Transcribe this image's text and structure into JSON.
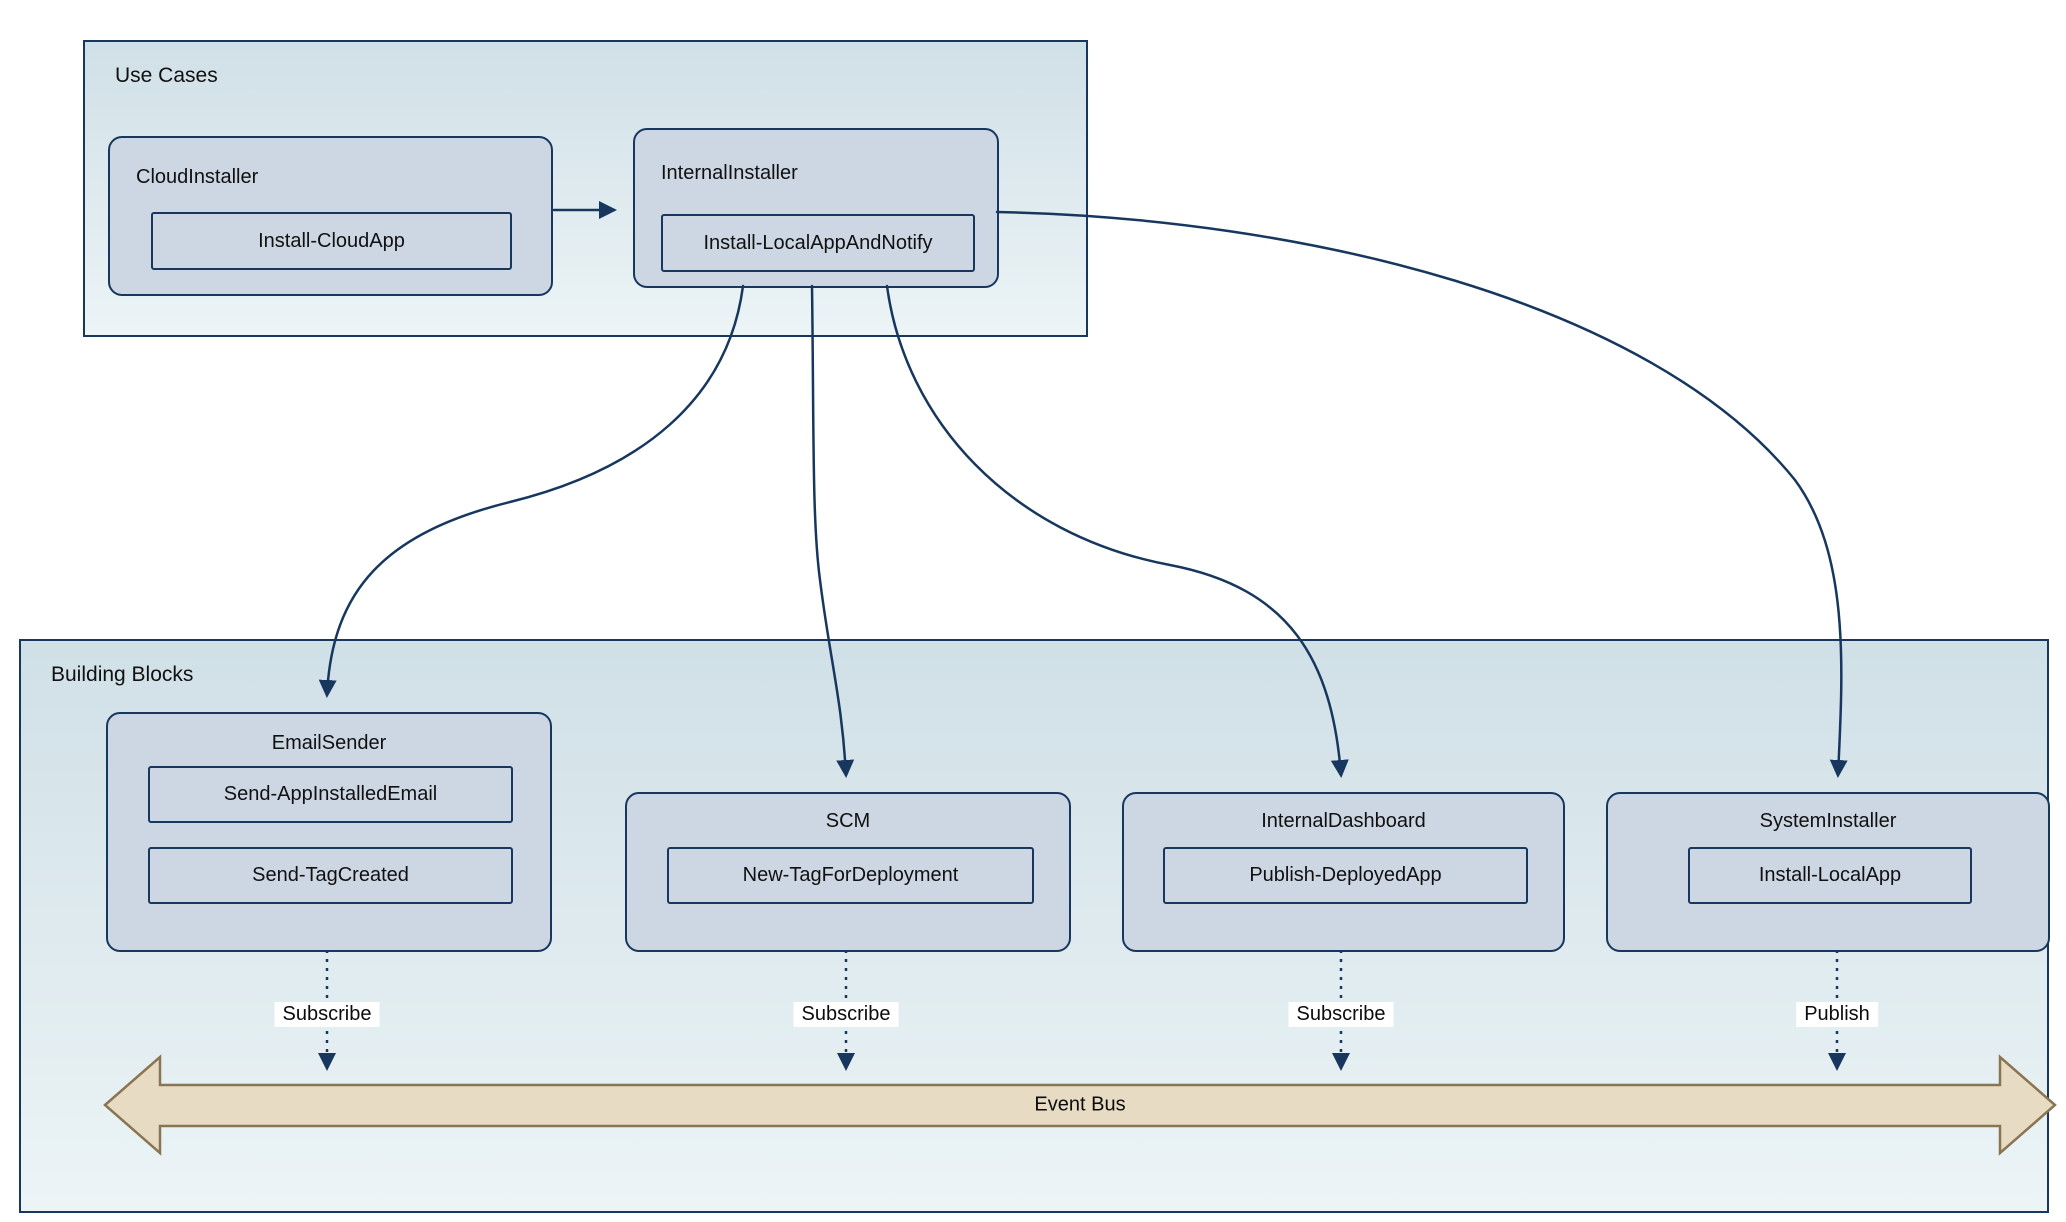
{
  "colors": {
    "navy": "#17375e",
    "box_fill": "#cdd6e3",
    "container_top": "#d0e0e7",
    "container_bottom": "#ecf4f6",
    "bus_fill": "#e7dcc3",
    "bus_stroke": "#8a7553",
    "text": "#111111"
  },
  "use_cases": {
    "title": "Use Cases",
    "boxes": [
      {
        "title": "CloudInstaller",
        "items": [
          "Install-CloudApp"
        ]
      },
      {
        "title": "InternalInstaller",
        "items": [
          "Install-LocalAppAndNotify"
        ]
      }
    ]
  },
  "building_blocks": {
    "title": "Building Blocks",
    "boxes": [
      {
        "title": "EmailSender",
        "items": [
          "Send-AppInstalledEmail",
          "Send-TagCreated"
        ]
      },
      {
        "title": "SCM",
        "items": [
          "New-TagForDeployment"
        ]
      },
      {
        "title": "InternalDashboard",
        "items": [
          "Publish-DeployedApp"
        ]
      },
      {
        "title": "SystemInstaller",
        "items": [
          "Install-LocalApp"
        ]
      }
    ]
  },
  "edge_labels": [
    "Subscribe",
    "Subscribe",
    "Subscribe",
    "Publish"
  ],
  "event_bus": {
    "label": "Event Bus"
  }
}
